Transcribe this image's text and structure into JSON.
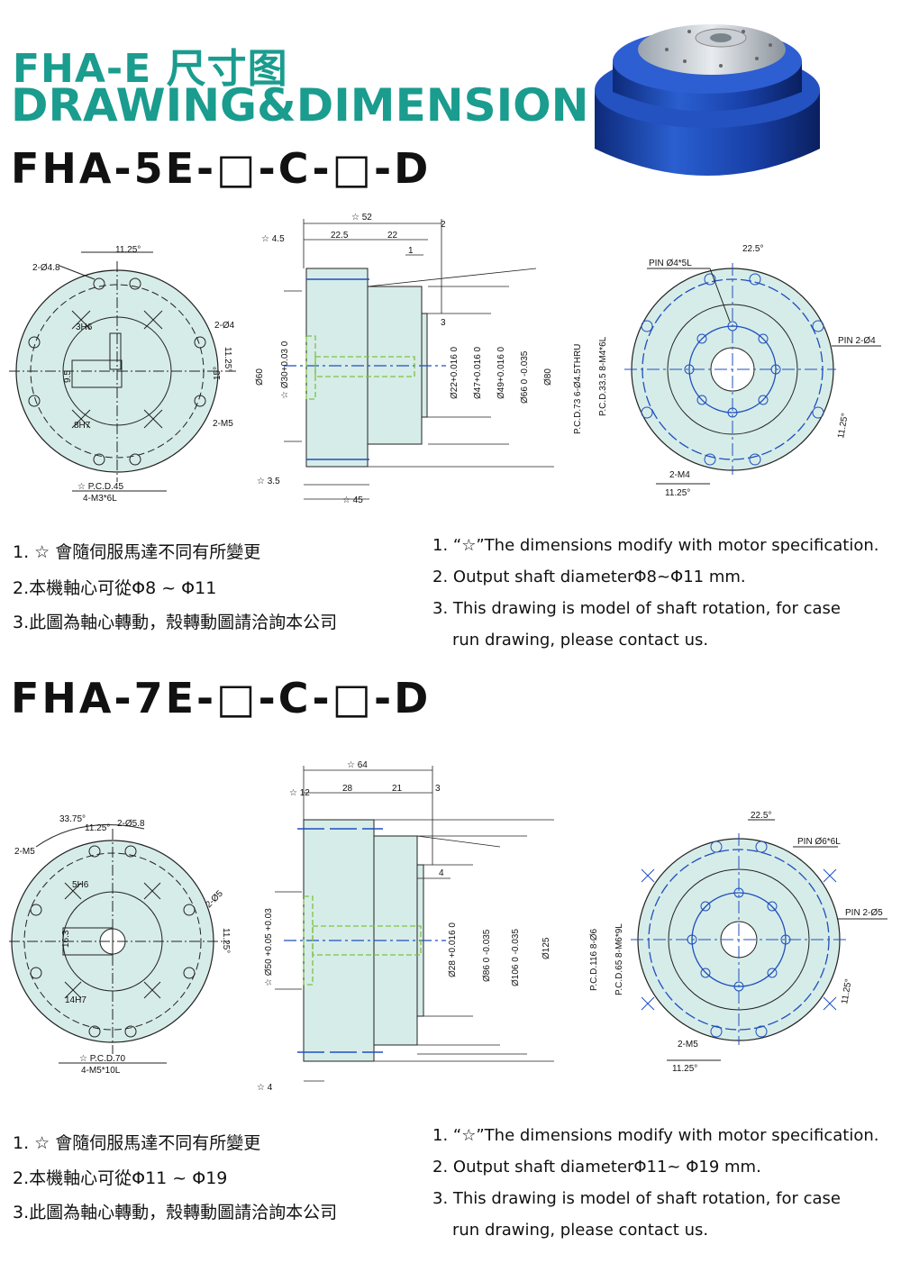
{
  "header": {
    "title_cn": "FHA-E 尺寸图",
    "title_en": "DRAWING&DIMENSION"
  },
  "sections": [
    {
      "model": "FHA-5E-□-C-□-D",
      "front_view": {
        "labels": [
          "2-Ø4.8",
          "11.25°",
          "3H6",
          "2-Ø4",
          "11.25°",
          "15°",
          "9.5",
          "2-M5",
          "8H7",
          "☆ P.C.D.45",
          "4-M3*6L"
        ]
      },
      "side_view": {
        "top_dims": [
          "☆ 52",
          "2",
          "☆ 4.5",
          "22.5",
          "22",
          "1",
          "3"
        ],
        "bottom_dims": [
          "☆ 3.5",
          "☆ 45"
        ],
        "vertical_dims": [
          "Ø60",
          "☆ Ø30+0.03 0",
          "Ø22+0.016 0",
          "Ø47+0.016 0",
          "Ø49+0.016 0",
          "Ø66 0 -0.035",
          "Ø80"
        ]
      },
      "rear_view": {
        "labels": [
          "PIN Ø4*5L",
          "22.5°",
          "PIN 2-Ø4",
          "P.C.D.73 6-Ø4.5THRU",
          "P.C.D.33.5 8-M4*6L",
          "11.25°",
          "2-M4",
          "11.25°"
        ]
      },
      "notes_cn": [
        "1. ☆ 會隨伺服馬達不同有所變更",
        "2.本機軸心可從Φ8 ~ Φ11",
        "3.此圖為軸心轉動，殼轉動圖請洽詢本公司"
      ],
      "notes_en": [
        "1. “☆”The dimensions modify with motor specification.",
        "2. Output shaft diameterΦ8~Φ11 mm.",
        "3. This drawing is model of shaft rotation, for case",
        "run drawing, please contact us."
      ]
    },
    {
      "model": "FHA-7E-□-C-□-D",
      "front_view": {
        "labels": [
          "33.75°",
          "11.25°",
          "2-Ø5.8",
          "2-M5",
          "5H6",
          "2-Ø5",
          "11.25°",
          "16.3",
          "14H7",
          "☆ P.C.D.70",
          "4-M5*10L"
        ]
      },
      "side_view": {
        "top_dims": [
          "☆ 64",
          "☆ 12",
          "28",
          "21",
          "3",
          "4"
        ],
        "bottom_dims": [
          "☆ 4"
        ],
        "vertical_dims": [
          "☆ Ø50 +0.05 +0.03",
          "Ø28 +0.016 0",
          "Ø86 0 -0.035",
          "Ø106 0 -0.035",
          "Ø125"
        ]
      },
      "rear_view": {
        "labels": [
          "22.5°",
          "PIN Ø6*6L",
          "PIN 2-Ø5",
          "P.C.D.116 8-Ø6",
          "P.C.D.65 8-M6*9L",
          "11.25°",
          "2-M5",
          "11.25°"
        ]
      },
      "notes_cn": [
        "1. ☆ 會隨伺服馬達不同有所變更",
        "2.本機軸心可從Φ11 ~ Φ19",
        "3.此圖為軸心轉動，殼轉動圖請洽詢本公司"
      ],
      "notes_en": [
        "1. “☆”The dimensions modify with motor specification.",
        "2. Output shaft diameterΦ11~ Φ19 mm.",
        "3. This drawing is model of shaft rotation, for case",
        "run drawing, please contact us."
      ]
    }
  ],
  "colors": {
    "title": "#1a9c8e",
    "part_fill": "#d6ece8",
    "centerline": "#1f4fbf",
    "hidden": "#7dc242",
    "product": "#1840a8"
  }
}
